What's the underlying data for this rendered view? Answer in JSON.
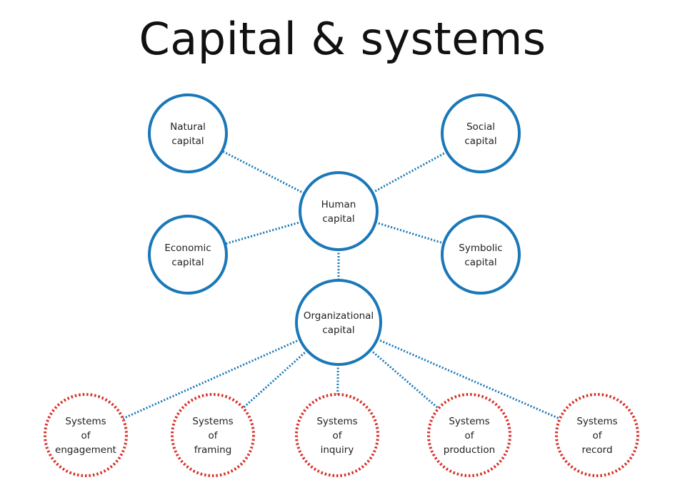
{
  "title": "Capital & systems",
  "colors": {
    "capital": "#1a78b8",
    "systems": "#d9302a",
    "edge": "#1a78b8"
  },
  "nodes": [
    {
      "id": "natural",
      "label": [
        "Natural",
        "capital"
      ],
      "kind": "capital"
    },
    {
      "id": "social",
      "label": [
        "Social",
        "capital"
      ],
      "kind": "capital"
    },
    {
      "id": "human",
      "label": [
        "Human",
        "capital"
      ],
      "kind": "capital"
    },
    {
      "id": "economic",
      "label": [
        "Economic",
        "capital"
      ],
      "kind": "capital"
    },
    {
      "id": "symbolic",
      "label": [
        "Symbolic",
        "capital"
      ],
      "kind": "capital"
    },
    {
      "id": "organizational",
      "label": [
        "Organizational",
        "capital"
      ],
      "kind": "capital"
    },
    {
      "id": "engagement",
      "label": [
        "Systems",
        "of",
        "engagement"
      ],
      "kind": "systems"
    },
    {
      "id": "framing",
      "label": [
        "Systems",
        "of",
        "framing"
      ],
      "kind": "systems"
    },
    {
      "id": "inquiry",
      "label": [
        "Systems",
        "of",
        "inquiry"
      ],
      "kind": "systems"
    },
    {
      "id": "production",
      "label": [
        "Systems",
        "of",
        "production"
      ],
      "kind": "systems"
    },
    {
      "id": "record",
      "label": [
        "Systems",
        "of",
        "record"
      ],
      "kind": "systems"
    }
  ],
  "edges": [
    [
      "human",
      "natural"
    ],
    [
      "human",
      "social"
    ],
    [
      "human",
      "economic"
    ],
    [
      "human",
      "symbolic"
    ],
    [
      "human",
      "organizational"
    ],
    [
      "organizational",
      "engagement"
    ],
    [
      "organizational",
      "framing"
    ],
    [
      "organizational",
      "inquiry"
    ],
    [
      "organizational",
      "production"
    ],
    [
      "organizational",
      "record"
    ]
  ]
}
